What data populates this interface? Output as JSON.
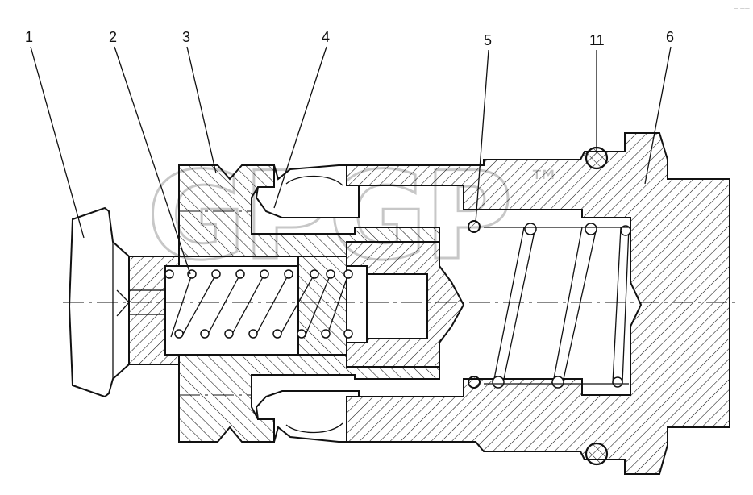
{
  "callouts": [
    {
      "id": "1",
      "text": "1"
    },
    {
      "id": "2",
      "text": "2"
    },
    {
      "id": "3",
      "text": "3"
    },
    {
      "id": "4",
      "text": "4"
    },
    {
      "id": "5",
      "text": "5"
    },
    {
      "id": "11",
      "text": "11"
    },
    {
      "id": "6",
      "text": "6"
    }
  ],
  "watermark": {
    "text": "GPGP",
    "mark": "™"
  },
  "corner_mark": "— ——",
  "hatch_color": "#111111"
}
